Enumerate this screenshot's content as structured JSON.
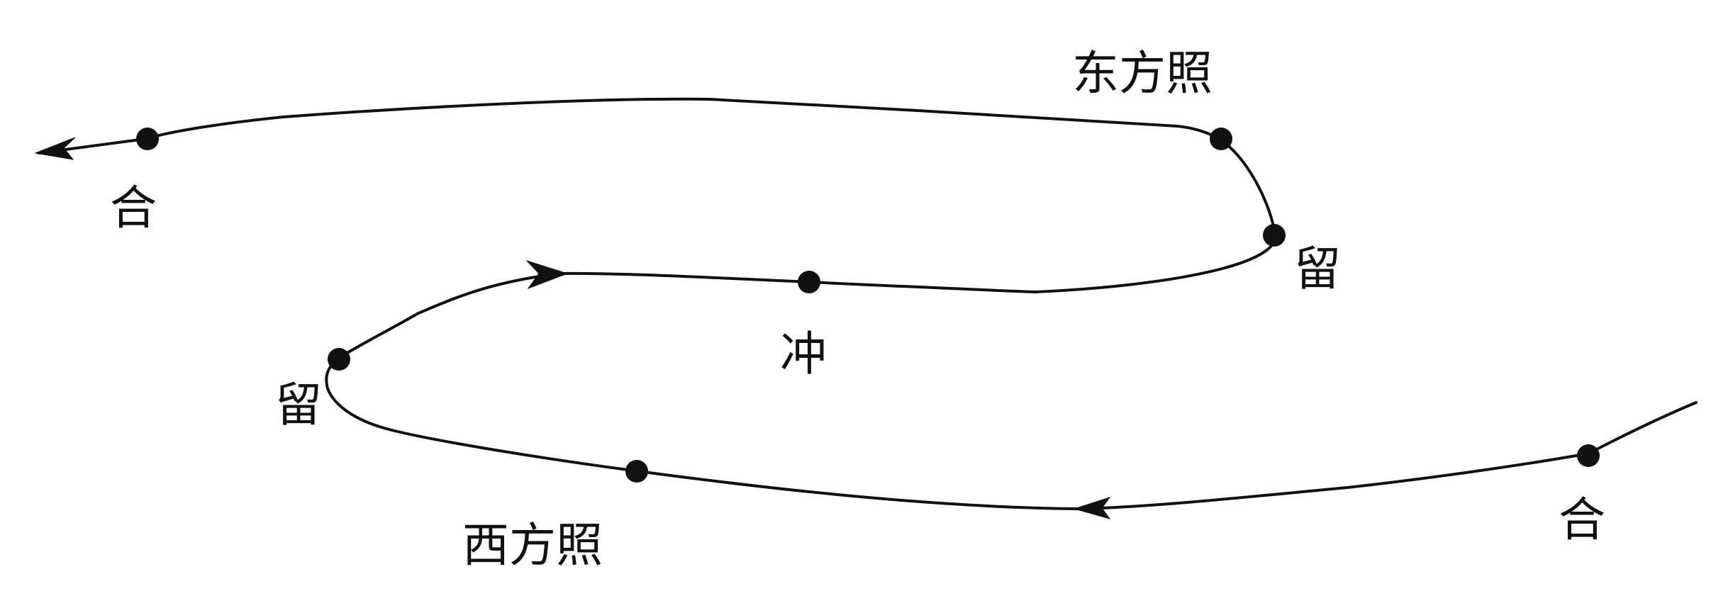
{
  "diagram": {
    "labels": {
      "east_quadrature": "东方照",
      "conjunction_left": "合",
      "station_right": "留",
      "opposition": "冲",
      "station_left": "留",
      "west_quadrature": "西方照",
      "conjunction_right": "合"
    },
    "colors": {
      "stroke": "#111111",
      "background": "#ffffff"
    }
  }
}
